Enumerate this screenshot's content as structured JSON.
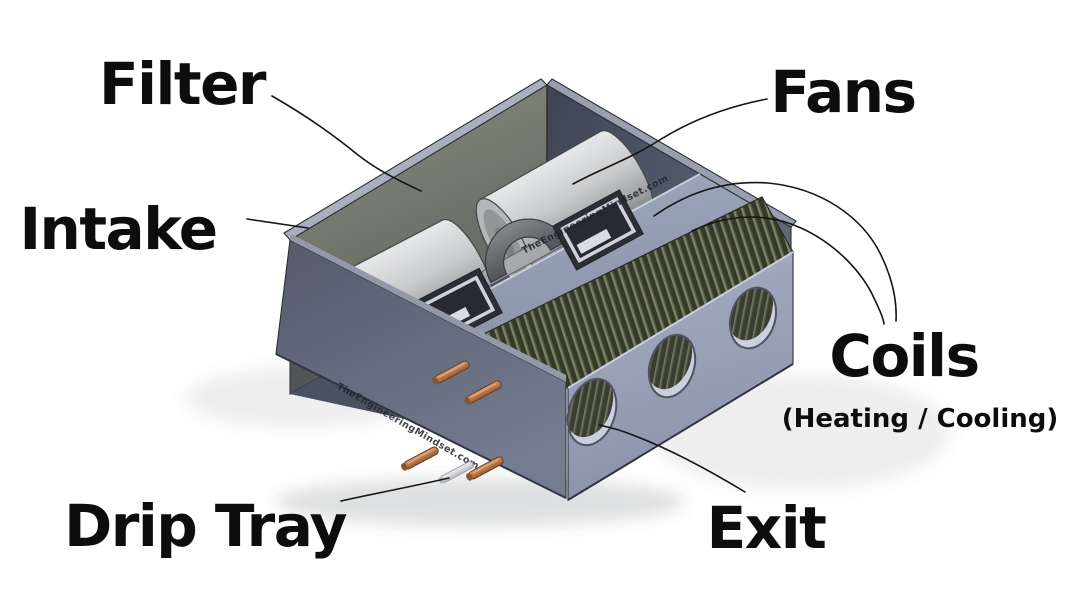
{
  "diagram": {
    "labels": {
      "filter": "Filter",
      "intake": "Intake",
      "fans": "Fans",
      "coils": "Coils",
      "coils_subtitle": "(Heating / Cooling)",
      "drip_tray": "Drip Tray",
      "exit": "Exit"
    },
    "watermark": "TheEngineeringMindset.com",
    "colors": {
      "background": "#ffffff",
      "label_text": "#0d0d0d",
      "leader_line": "#161616",
      "filter_surface": "#72766a",
      "back_wall": "#49505f",
      "left_wall": "#616879",
      "front_panel": "#9aa3b8",
      "partition": "#97a0b5",
      "coil_fins": "#4e523f",
      "fan_body": "#c6c8ca",
      "copper_pipe": "#b97a4e",
      "drain_pipe": "#d9dbdd",
      "hole_lip": "#c9d0df"
    }
  }
}
